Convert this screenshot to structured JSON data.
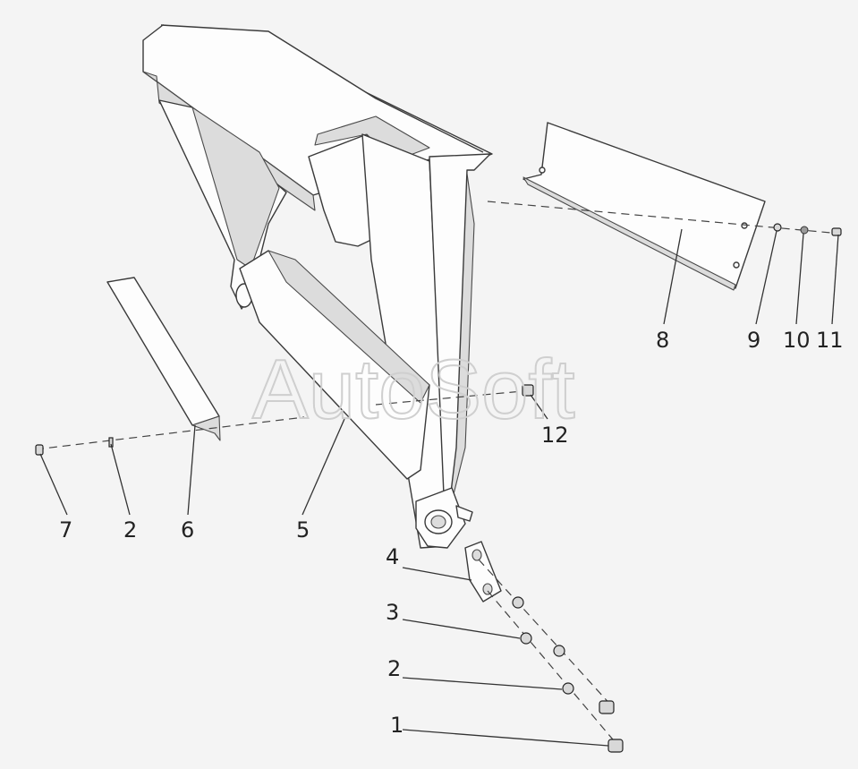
{
  "watermark": "AutoSoft",
  "callouts": {
    "c1": "1",
    "c2a": "2",
    "c3": "3",
    "c4": "4",
    "c5": "5",
    "c6": "6",
    "c2b": "2",
    "c7": "7",
    "c8": "8",
    "c9": "9",
    "c10": "10",
    "c11": "11",
    "c12": "12"
  }
}
